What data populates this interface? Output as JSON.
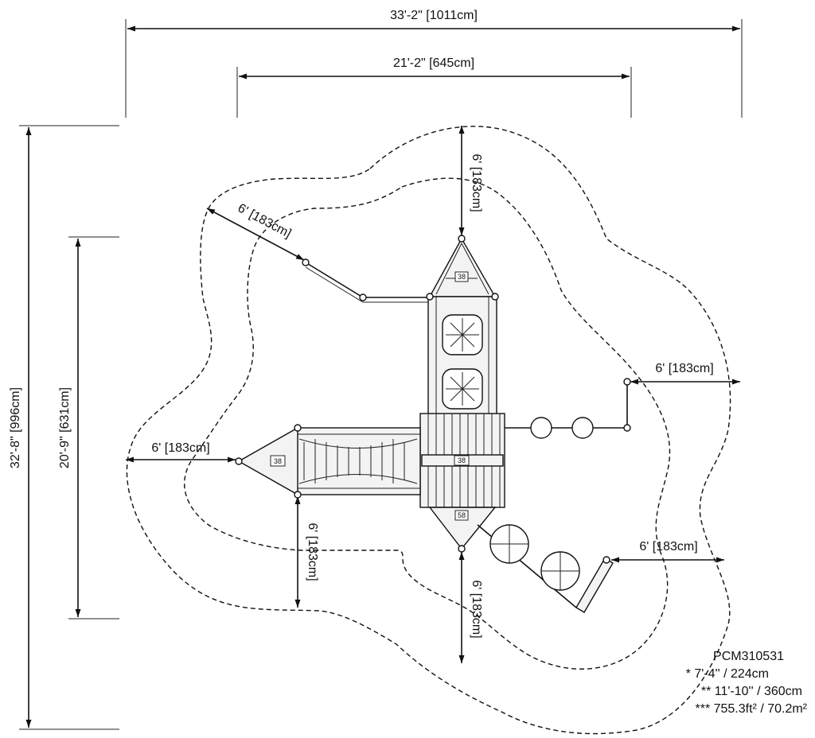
{
  "dimensions": {
    "overall_width": "33'-2\" [1011cm]",
    "inner_width": "21'-2\" [645cm]",
    "overall_depth": "32'-8\" [996cm]",
    "inner_depth": "20'-9\" [631cm]",
    "clearance_top": "6' [183cm]",
    "clearance_top_left": "6' [183cm]",
    "clearance_left": "6' [183cm]",
    "clearance_right": "6' [183cm]",
    "clearance_right_lower": "6' [183cm]",
    "clearance_bottom_left": "6' [183cm]",
    "clearance_bottom": "6' [183cm]"
  },
  "deck_labels": {
    "top_roof": "38",
    "left_roof": "38",
    "center_deck": "38",
    "bottom_roof": "58"
  },
  "specs": {
    "model": "PCM310531",
    "height": "* 7'-4'' / 224cm",
    "size": "** 11'-10'' / 360cm",
    "area": "*** 755.3ft² / 70.2m²"
  }
}
